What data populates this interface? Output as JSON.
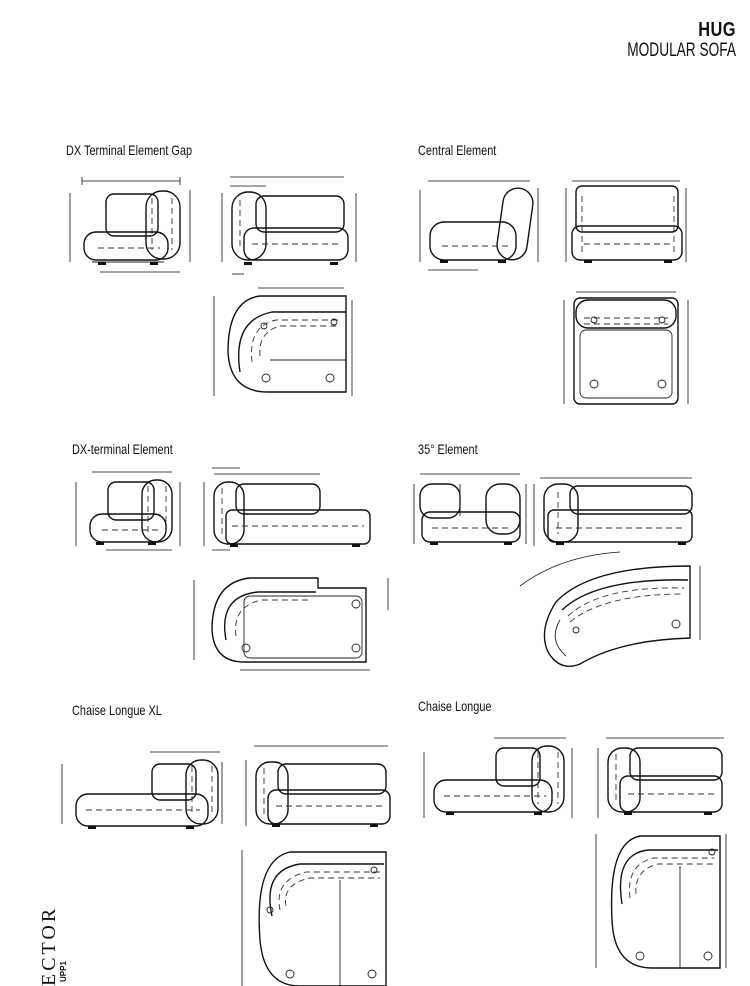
{
  "header": {
    "title": "HUG",
    "subtitle": "MODULAR SOFA"
  },
  "sections": [
    {
      "label": "DX Terminal Element Gap"
    },
    {
      "label": "Central Element"
    },
    {
      "label": "DX-terminal Element"
    },
    {
      "label": "35° Element"
    },
    {
      "label": "Chaise Longue XL"
    },
    {
      "label": "Chaise Longue"
    }
  ],
  "logo": {
    "word": "ECTOR",
    "sub": "UPP1"
  }
}
